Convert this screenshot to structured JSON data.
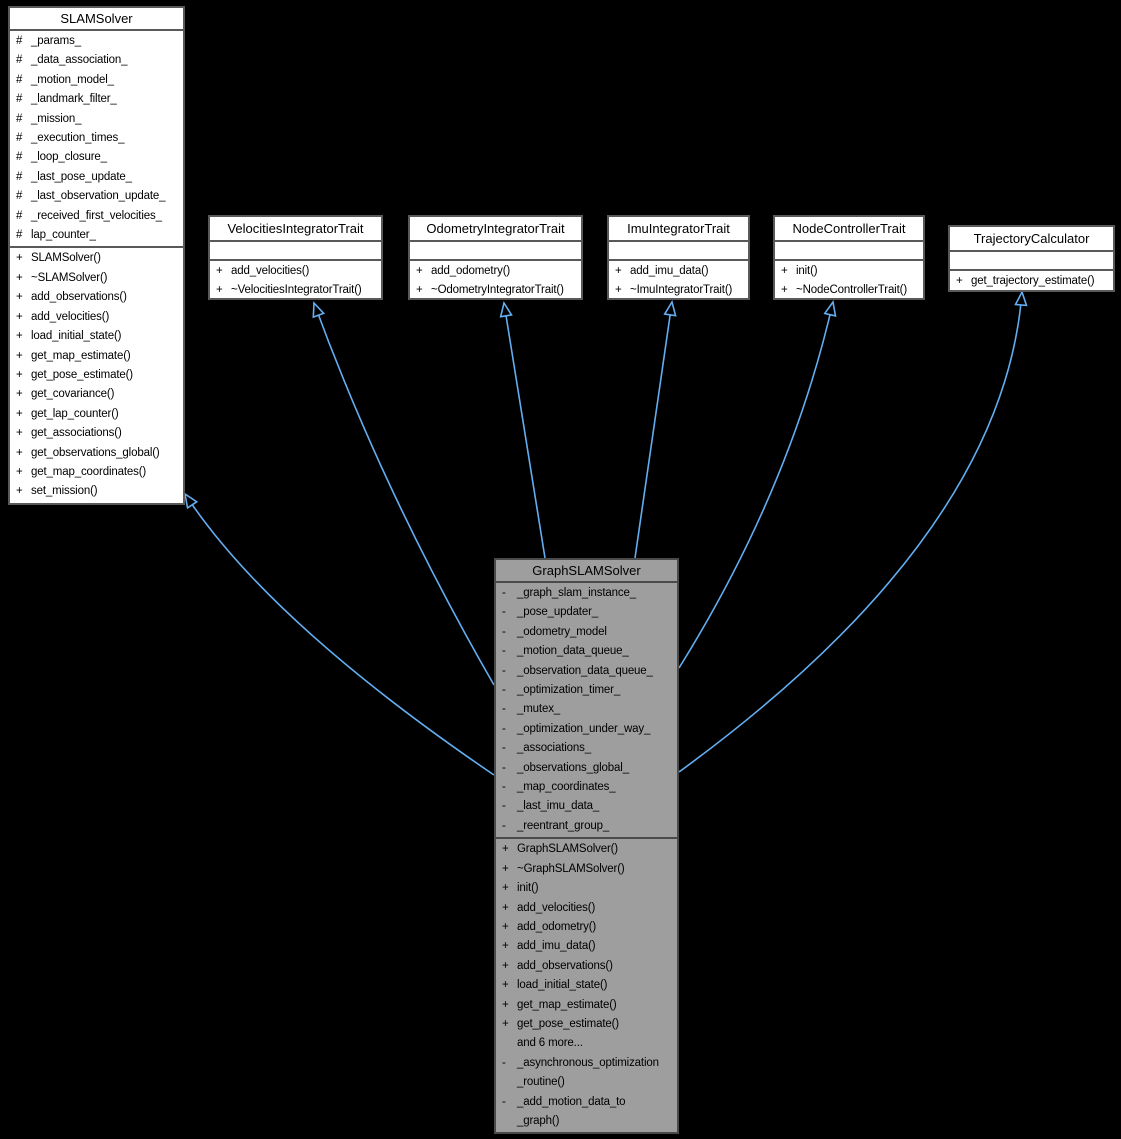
{
  "diagram": {
    "title": "GraphSLAMSolver inheritance diagram",
    "colors": {
      "background": "#000000",
      "node_fill": "#ffffff",
      "highlight_node_fill": "#9e9e9e",
      "node_border": "#595959",
      "text": "#000000",
      "inheritance_arrow": "#63aef2"
    },
    "classes": [
      {
        "name": "SLAMSolver",
        "highlighted": false,
        "attributes": [
          {
            "v": "#",
            "n": "_params_"
          },
          {
            "v": "#",
            "n": "_data_association_"
          },
          {
            "v": "#",
            "n": "_motion_model_"
          },
          {
            "v": "#",
            "n": "_landmark_filter_"
          },
          {
            "v": "#",
            "n": "_mission_"
          },
          {
            "v": "#",
            "n": "_execution_times_"
          },
          {
            "v": "#",
            "n": "_loop_closure_"
          },
          {
            "v": "#",
            "n": "_last_pose_update_"
          },
          {
            "v": "#",
            "n": "_last_observation_update_"
          },
          {
            "v": "#",
            "n": "_received_first_velocities_"
          },
          {
            "v": "#",
            "n": "lap_counter_"
          }
        ],
        "methods": [
          {
            "v": "+",
            "n": "SLAMSolver()"
          },
          {
            "v": "+",
            "n": "~SLAMSolver()"
          },
          {
            "v": "+",
            "n": "add_observations()"
          },
          {
            "v": "+",
            "n": "add_velocities()"
          },
          {
            "v": "+",
            "n": "load_initial_state()"
          },
          {
            "v": "+",
            "n": "get_map_estimate()"
          },
          {
            "v": "+",
            "n": "get_pose_estimate()"
          },
          {
            "v": "+",
            "n": "get_covariance()"
          },
          {
            "v": "+",
            "n": "get_lap_counter()"
          },
          {
            "v": "+",
            "n": "get_associations()"
          },
          {
            "v": "+",
            "n": "get_observations_global()"
          },
          {
            "v": "+",
            "n": "get_map_coordinates()"
          },
          {
            "v": "+",
            "n": "set_mission()"
          }
        ]
      },
      {
        "name": "VelocitiesIntegratorTrait",
        "highlighted": false,
        "attributes": [],
        "methods": [
          {
            "v": "+",
            "n": "add_velocities()"
          },
          {
            "v": "+",
            "n": "~VelocitiesIntegratorTrait()"
          }
        ]
      },
      {
        "name": "OdometryIntegratorTrait",
        "highlighted": false,
        "attributes": [],
        "methods": [
          {
            "v": "+",
            "n": "add_odometry()"
          },
          {
            "v": "+",
            "n": "~OdometryIntegratorTrait()"
          }
        ]
      },
      {
        "name": "ImuIntegratorTrait",
        "highlighted": false,
        "attributes": [],
        "methods": [
          {
            "v": "+",
            "n": "add_imu_data()"
          },
          {
            "v": "+",
            "n": "~ImuIntegratorTrait()"
          }
        ]
      },
      {
        "name": "NodeControllerTrait",
        "highlighted": false,
        "attributes": [],
        "methods": [
          {
            "v": "+",
            "n": "init()"
          },
          {
            "v": "+",
            "n": "~NodeControllerTrait()"
          }
        ]
      },
      {
        "name": "TrajectoryCalculator",
        "highlighted": false,
        "attributes": [],
        "methods": [
          {
            "v": "+",
            "n": "get_trajectory_estimate()"
          }
        ]
      },
      {
        "name": "GraphSLAMSolver",
        "highlighted": true,
        "attributes": [
          {
            "v": "-",
            "n": "_graph_slam_instance_"
          },
          {
            "v": "-",
            "n": "_pose_updater_"
          },
          {
            "v": "-",
            "n": "_odometry_model"
          },
          {
            "v": "-",
            "n": "_motion_data_queue_"
          },
          {
            "v": "-",
            "n": "_observation_data_queue_"
          },
          {
            "v": "-",
            "n": "_optimization_timer_"
          },
          {
            "v": "-",
            "n": "_mutex_"
          },
          {
            "v": "-",
            "n": "_optimization_under_way_"
          },
          {
            "v": "-",
            "n": "_associations_"
          },
          {
            "v": "-",
            "n": "_observations_global_"
          },
          {
            "v": "-",
            "n": "_map_coordinates_"
          },
          {
            "v": "-",
            "n": "_last_imu_data_"
          },
          {
            "v": "-",
            "n": "_reentrant_group_"
          }
        ],
        "methods": [
          {
            "v": "+",
            "n": "GraphSLAMSolver()"
          },
          {
            "v": "+",
            "n": "~GraphSLAMSolver()"
          },
          {
            "v": "+",
            "n": "init()"
          },
          {
            "v": "+",
            "n": "add_velocities()"
          },
          {
            "v": "+",
            "n": "add_odometry()"
          },
          {
            "v": "+",
            "n": "add_imu_data()"
          },
          {
            "v": "+",
            "n": "add_observations()"
          },
          {
            "v": "+",
            "n": "load_initial_state()"
          },
          {
            "v": "+",
            "n": "get_map_estimate()"
          },
          {
            "v": "+",
            "n": "get_pose_estimate()"
          },
          {
            "v": "",
            "n": "and 6 more..."
          },
          {
            "v": "-",
            "n": "_asynchronous_optimization\n_routine()"
          },
          {
            "v": "-",
            "n": "_add_motion_data_to\n_graph()"
          }
        ]
      }
    ],
    "relations": [
      {
        "from": "GraphSLAMSolver",
        "to": "SLAMSolver",
        "type": "public-inheritance"
      },
      {
        "from": "GraphSLAMSolver",
        "to": "VelocitiesIntegratorTrait",
        "type": "public-inheritance"
      },
      {
        "from": "GraphSLAMSolver",
        "to": "OdometryIntegratorTrait",
        "type": "public-inheritance"
      },
      {
        "from": "GraphSLAMSolver",
        "to": "ImuIntegratorTrait",
        "type": "public-inheritance"
      },
      {
        "from": "GraphSLAMSolver",
        "to": "NodeControllerTrait",
        "type": "public-inheritance"
      },
      {
        "from": "GraphSLAMSolver",
        "to": "TrajectoryCalculator",
        "type": "public-inheritance"
      }
    ]
  }
}
